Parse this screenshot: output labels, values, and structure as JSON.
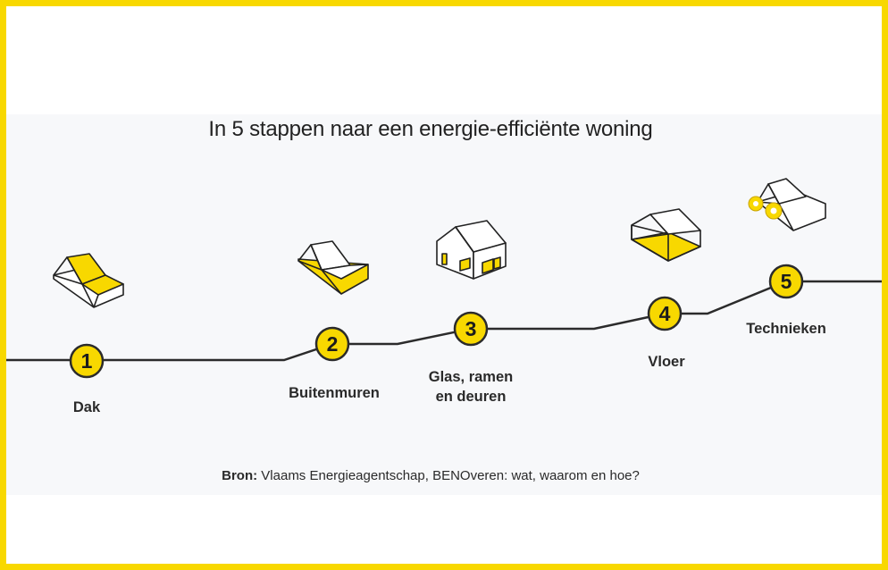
{
  "title": "In 5 stappen naar een energie-efficiënte woning",
  "steps": [
    {
      "number": "1",
      "label": "Dak"
    },
    {
      "number": "2",
      "label": "Buitenmuren"
    },
    {
      "number": "3",
      "label": "Glas, ramen\nen deuren"
    },
    {
      "number": "4",
      "label": "Vloer"
    },
    {
      "number": "5",
      "label": "Technieken"
    }
  ],
  "source": {
    "prefix": "Bron:",
    "text": " Vlaams Energieagentschap, BENOveren: wat, waarom en hoe?"
  },
  "colors": {
    "accent": "#f8d800",
    "line": "#2b2b2b",
    "panel": "#f7f8fa"
  }
}
